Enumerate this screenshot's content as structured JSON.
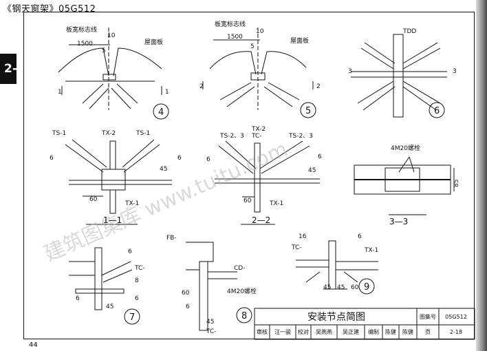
{
  "header": {
    "title": "《钢天窗架》05G512"
  },
  "side_tab": {
    "label": "2-"
  },
  "page_number": "44",
  "watermark": {
    "text": "建筑图集库 www.tuitu.com"
  },
  "details": {
    "d4": {
      "number": "4",
      "label_top": "板宽标志线",
      "dim_1500": "1500",
      "dim_10": "10",
      "dim_5": "5",
      "roof": "屋面板",
      "cut_left": "1",
      "cut_right": "1"
    },
    "d5": {
      "number": "5",
      "label_top": "板宽标志线",
      "dim_1500": "1500",
      "dim_10": "10",
      "dim_5": "5",
      "roof": "屋面板",
      "cut_left": "2",
      "cut_right": "2"
    },
    "d6": {
      "number": "6",
      "label_top": "TDD",
      "cut_left": "3",
      "cut_right": "3"
    },
    "s11": {
      "title": "1—1",
      "ts_left": "TS-1",
      "tx_top": "TX-2",
      "ts_right": "TS-1",
      "weld_left": "6",
      "weld_right": "6",
      "dim_45": "45",
      "dim_60": "60",
      "tx_bottom": "TX-1"
    },
    "s22": {
      "title": "2—2",
      "tx_top": "TX-2",
      "tc": "TC-",
      "ts_left": "TS-2、3",
      "ts_right": "TS-2、3",
      "weld_left": "6",
      "weld_right": "6",
      "dim_45": "45",
      "dim_60": "60",
      "tx_bottom": "TX-1"
    },
    "s33": {
      "title": "3—3",
      "bolt": "4M20螺栓",
      "dim_85": "85"
    },
    "d7": {
      "number": "7",
      "weld_6a": "6",
      "weld_6b": "6",
      "weld_6c": "6",
      "tc": "TC-",
      "dim_8": "8",
      "dim_45": "45"
    },
    "d8": {
      "number": "8",
      "fb": "FB-",
      "cd": "CD-",
      "bolt": "4M20螺栓",
      "weld_6": "6",
      "dim_60": "60",
      "dim_45": "45",
      "tc": "TC-"
    },
    "d9": {
      "number": "9",
      "weld_16": "16",
      "weld_6": "6",
      "tc": "TC-",
      "tx": "TX-1",
      "dim_45a": "45",
      "dim_45b": "45",
      "dim_60": "60"
    }
  },
  "title_block": {
    "title": "安装节点简图",
    "set_label": "图集号",
    "set_value": "05G512",
    "page_label": "页",
    "page_value": "2-18",
    "row": [
      "审核",
      "汪一骏",
      "校对",
      "吴燕燕",
      "吴正建",
      "编制",
      "陈健",
      "陈健"
    ]
  }
}
